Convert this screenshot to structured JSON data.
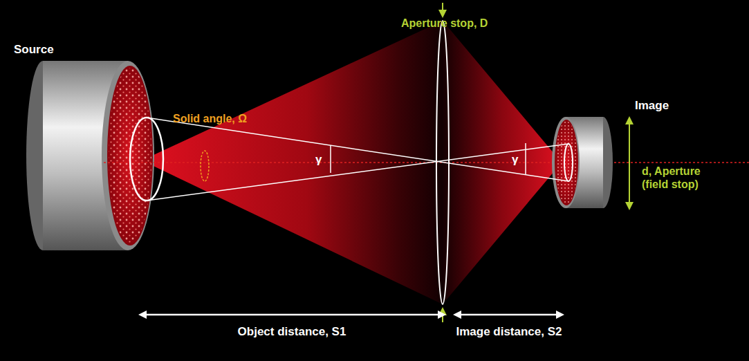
{
  "diagram": {
    "labels": [
      "Source",
      "Solid angle, Ω",
      "γ",
      "Aperture stop, D",
      "γ",
      "Image",
      "d, Aperture (field stop)",
      "Object distance, S1",
      "Image distance, S2"
    ]
  }
}
